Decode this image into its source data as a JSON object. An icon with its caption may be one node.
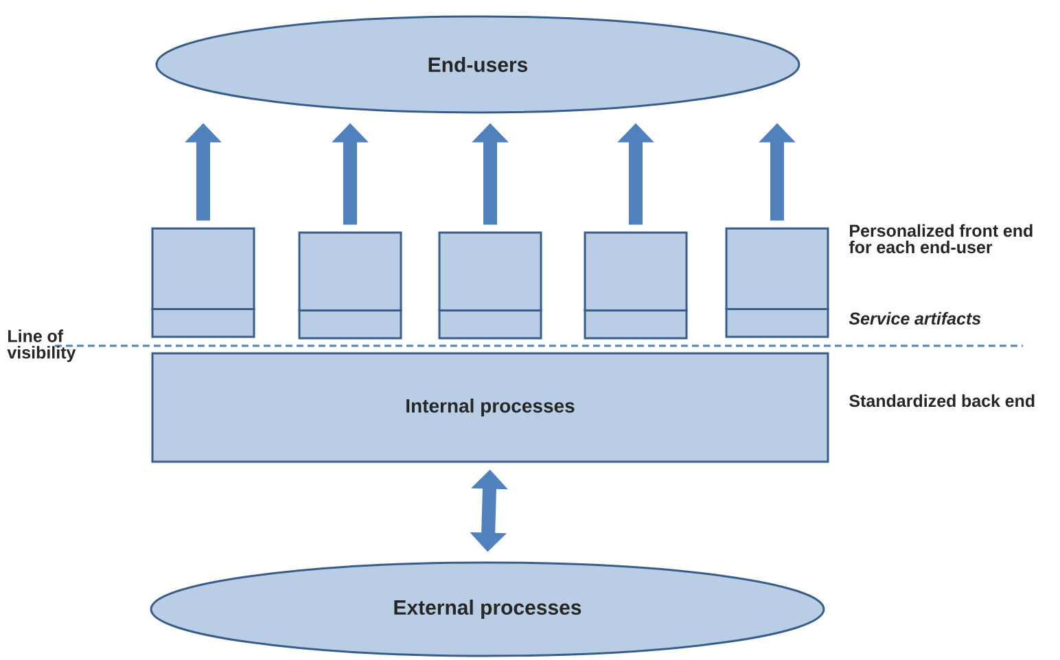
{
  "diagram": {
    "nodes": [
      {
        "text": [
          "End-users"
        ]
      },
      {
        "text": [],
        "shape": "box"
      },
      {
        "text": [],
        "shape": "box"
      },
      {
        "text": [],
        "shape": "box"
      },
      {
        "text": [],
        "shape": "box"
      },
      {
        "text": [],
        "shape": "box"
      },
      {
        "text": [
          "Internal processes"
        ]
      },
      {
        "text": [
          "External processes"
        ]
      }
    ],
    "edges": [
      {
        "from": 1,
        "to": 0,
        "arrow": "to"
      },
      {
        "from": 2,
        "to": 0,
        "arrow": "to"
      },
      {
        "from": 3,
        "to": 0,
        "arrow": "to"
      },
      {
        "from": 4,
        "to": 0,
        "arrow": "to"
      },
      {
        "from": 5,
        "to": 0,
        "arrow": "to"
      },
      {
        "from": 6,
        "to": 7,
        "arrow": "both"
      }
    ],
    "labels": [
      "Personalized front end for each end-user",
      "Line of visibility",
      "Service artifacts",
      "Standardized back end"
    ]
  }
}
